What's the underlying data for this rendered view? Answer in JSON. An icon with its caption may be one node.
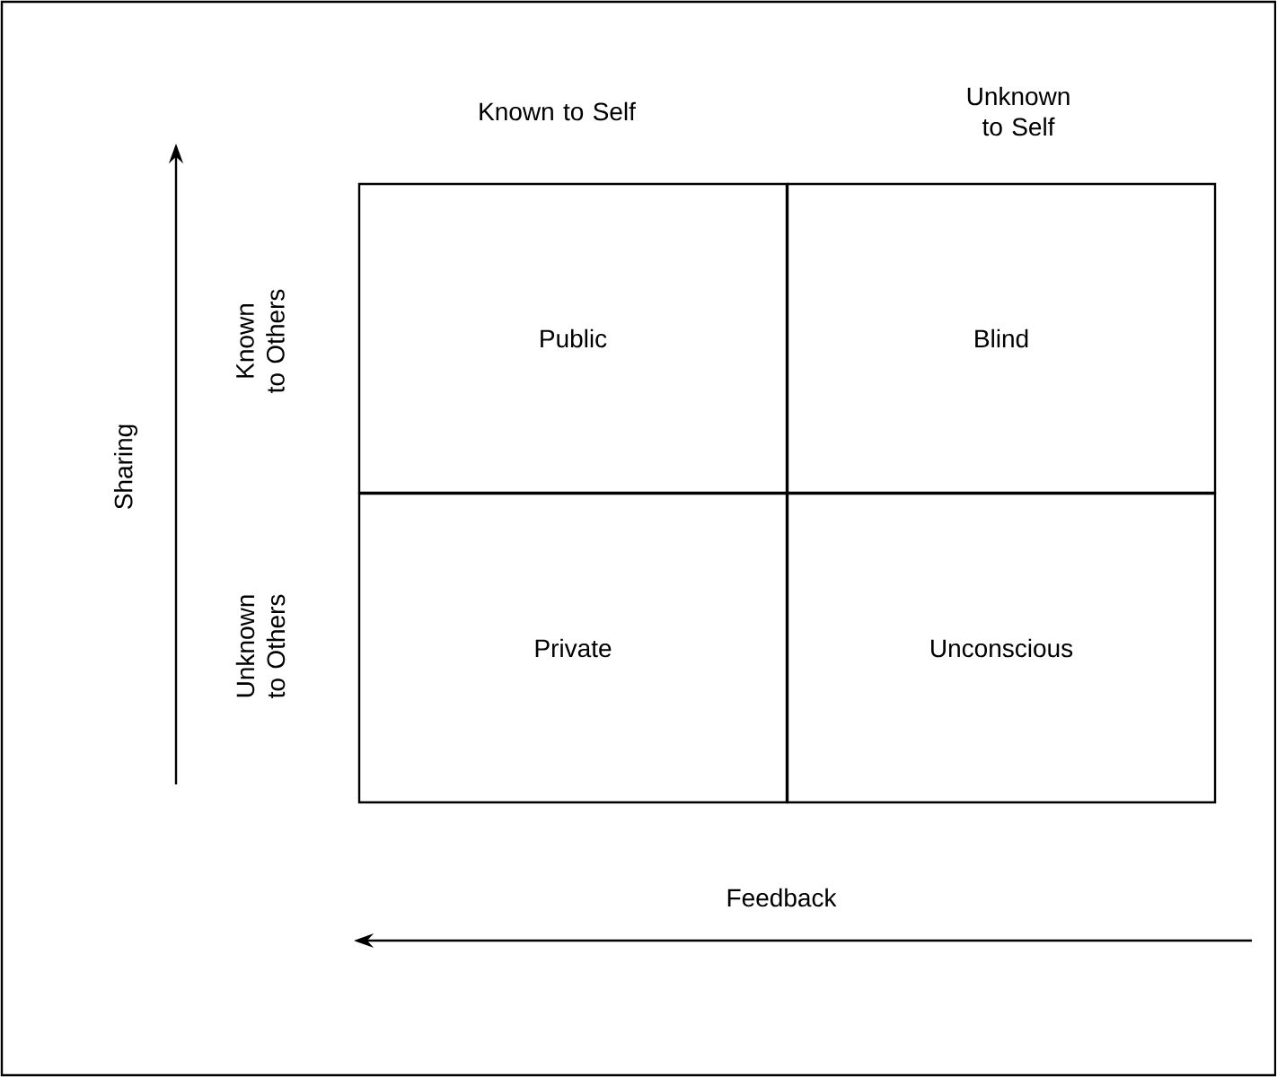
{
  "diagram": {
    "nodes": [
      {
        "text": [
          "Public"
        ]
      },
      {
        "text": [
          "Blind"
        ]
      },
      {
        "text": [
          "Private"
        ]
      },
      {
        "text": [
          "Unconscious"
        ]
      }
    ],
    "labels": [
      "Known to Self",
      "Unknown to Self",
      "Known to Others",
      "Sharing",
      "Unknown to Others",
      "Feedback"
    ]
  }
}
